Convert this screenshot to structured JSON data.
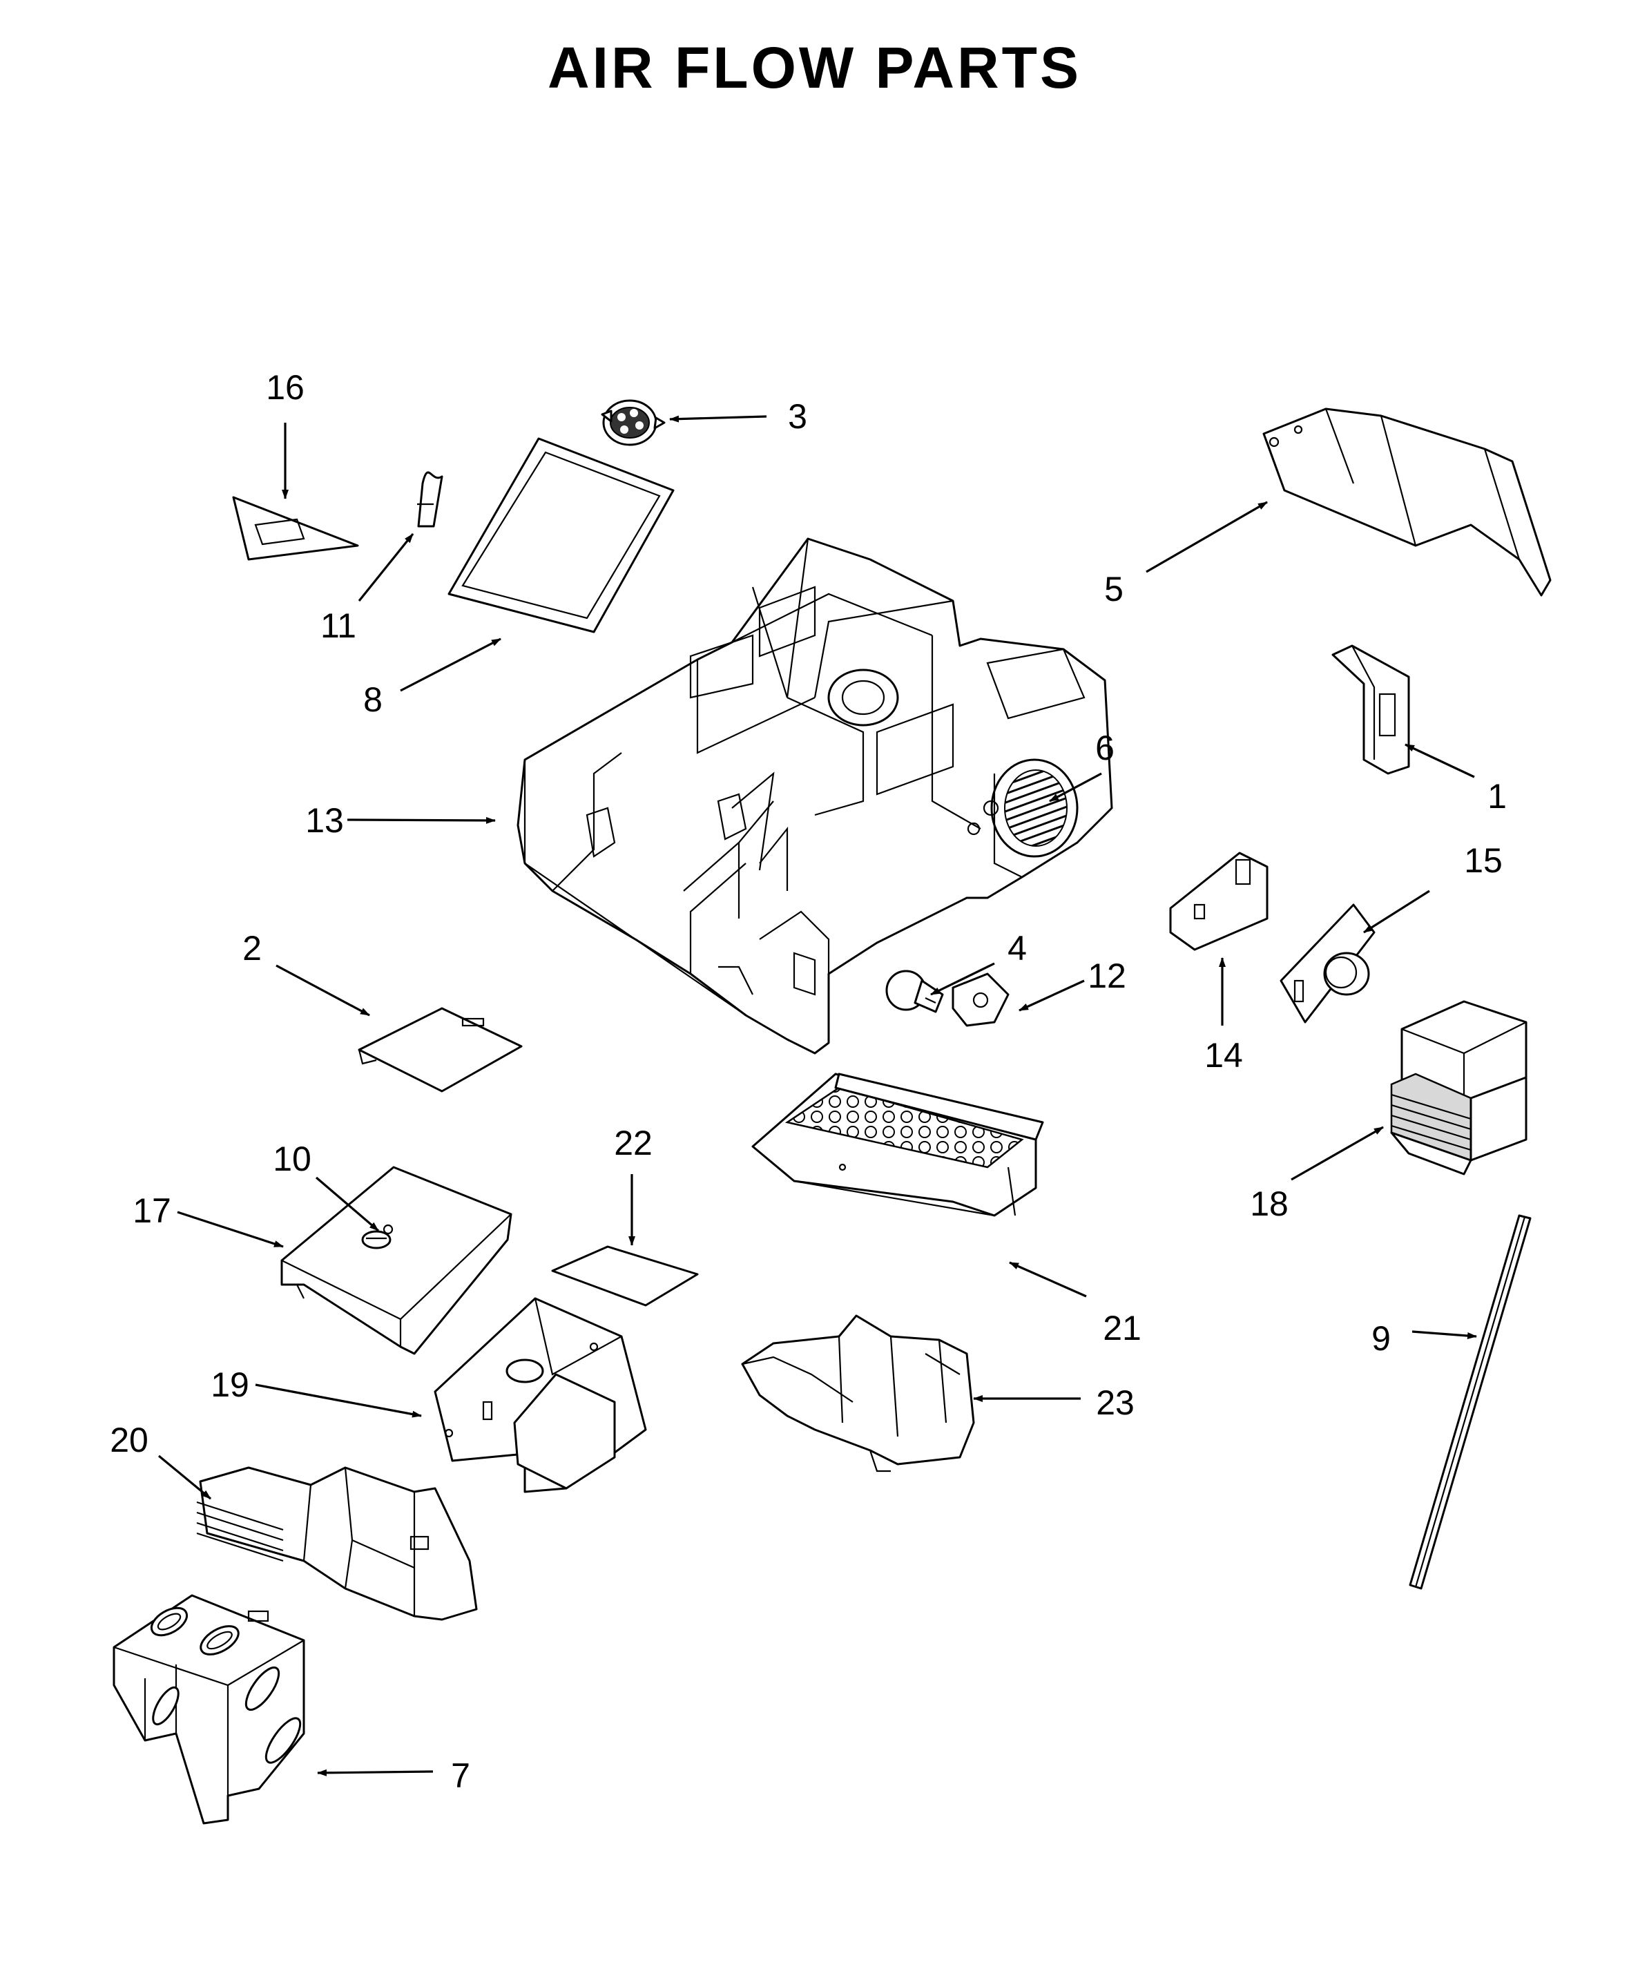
{
  "title": "AIR FLOW PARTS",
  "callouts": [
    {
      "id": "16",
      "label": "16"
    },
    {
      "id": "3",
      "label": "3"
    },
    {
      "id": "5",
      "label": "5"
    },
    {
      "id": "11",
      "label": "11"
    },
    {
      "id": "8",
      "label": "8"
    },
    {
      "id": "6",
      "label": "6"
    },
    {
      "id": "13",
      "label": "13"
    },
    {
      "id": "1",
      "label": "1"
    },
    {
      "id": "15",
      "label": "15"
    },
    {
      "id": "2",
      "label": "2"
    },
    {
      "id": "4",
      "label": "4"
    },
    {
      "id": "12",
      "label": "12"
    },
    {
      "id": "14",
      "label": "14"
    },
    {
      "id": "10",
      "label": "10"
    },
    {
      "id": "22",
      "label": "22"
    },
    {
      "id": "17",
      "label": "17"
    },
    {
      "id": "18",
      "label": "18"
    },
    {
      "id": "21",
      "label": "21"
    },
    {
      "id": "9",
      "label": "9"
    },
    {
      "id": "19",
      "label": "19"
    },
    {
      "id": "23",
      "label": "23"
    },
    {
      "id": "20",
      "label": "20"
    },
    {
      "id": "7",
      "label": "7"
    }
  ]
}
